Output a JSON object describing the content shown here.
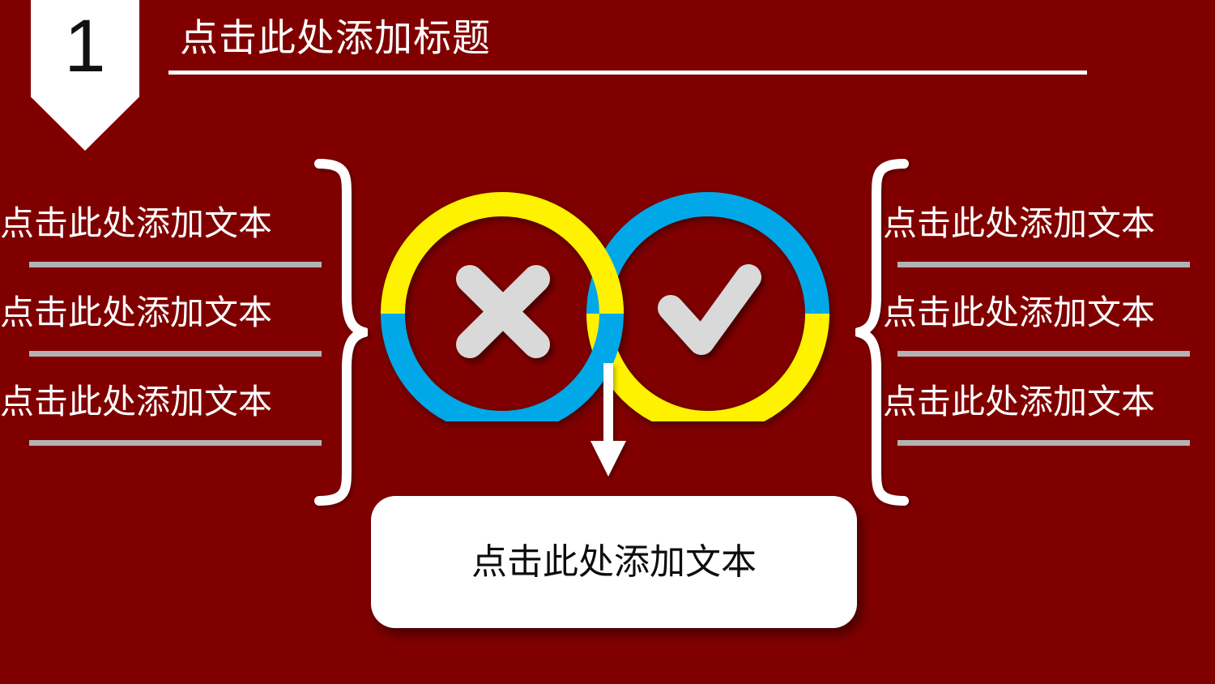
{
  "slide": {
    "background_color": "#800000",
    "number": "1",
    "title": "点击此处添加标题"
  },
  "left_column": {
    "items": [
      {
        "label": "点击此处添加文本"
      },
      {
        "label": "点击此处添加文本"
      },
      {
        "label": "点击此处添加文本"
      }
    ]
  },
  "right_column": {
    "items": [
      {
        "label": "点击此处添加文本"
      },
      {
        "label": "点击此处添加文本"
      },
      {
        "label": "点击此处添加文本"
      }
    ]
  },
  "diagram": {
    "left_ring": {
      "icon": "cross-icon",
      "top_half_color": "#FFF200",
      "bottom_half_color": "#00A8E8",
      "icon_color": "#D9D9D9"
    },
    "right_ring": {
      "icon": "check-icon",
      "top_half_color": "#00A8E8",
      "bottom_half_color": "#FFF200",
      "icon_color": "#D9D9D9"
    },
    "arrow": {
      "direction": "down",
      "color": "#FFFFFF"
    },
    "brace_color": "#FFFFFF",
    "rule_color": "#B3B3B3"
  },
  "bottom_callout": {
    "label": "点击此处添加文本",
    "background_color": "#FFFFFF",
    "text_color": "#0D0D0D"
  }
}
